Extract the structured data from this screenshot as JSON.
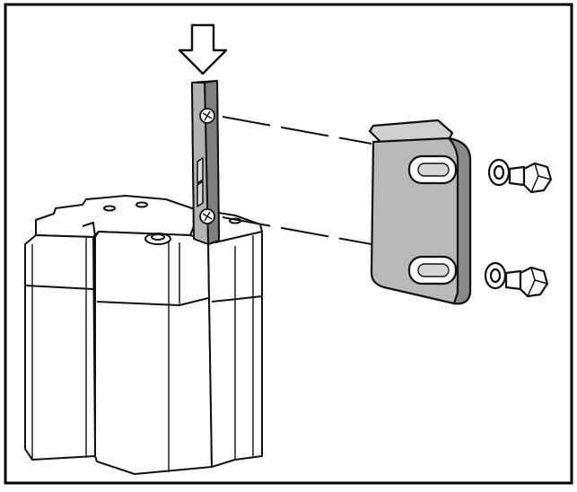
{
  "figure": {
    "description_visible_text": "",
    "colors": {
      "background": "#ffffff",
      "outline": "#111111",
      "frame": "#000000",
      "bracket_fill": "#b9b9b9",
      "bracket_shadow": "#8a8a8a",
      "rail_fill": "#9c9c9c",
      "device_fill": "#ffffff",
      "nut_fill": "#ffffff"
    },
    "parts": {
      "direction_arrow": "down-arrow-icon",
      "rail": "vertical-rail",
      "bracket": "mounting-bracket",
      "fasteners": [
        "screw",
        "screw"
      ],
      "washers": [
        "washer",
        "washer"
      ],
      "guide_lines": "dashed-alignment-lines",
      "device": "enclosure-unit"
    }
  }
}
